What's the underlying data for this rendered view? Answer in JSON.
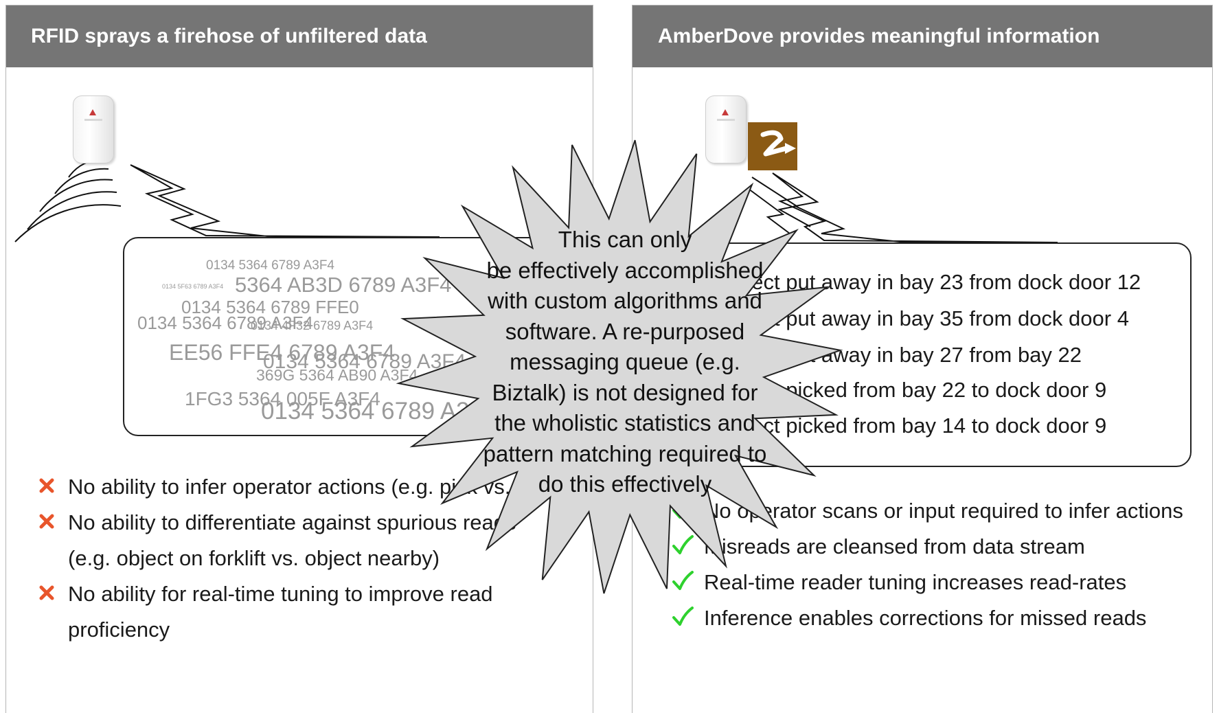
{
  "left_panel": {
    "title": "RFID sprays a firehose of unfiltered data",
    "noise_lines": [
      "0134 5364 6789 A3F4",
      "0134 5F63 6789 A3F4",
      "5364 AB3D 6789 A3F4",
      "0134 5364 6789 FFE0",
      "0134 5364 6789 A3F4",
      "0134 4F32 6789 A3F4",
      "EE56 FFE4 6789 A3F4",
      "0134 5364 6789 A3F4",
      "369G 5364 AB90 A3F4",
      "1FG3 5364 005F A3F4",
      "0134 5364 6789 A3F4"
    ],
    "bullets": [
      "No ability to infer operator actions (e.g. pick vs. put)",
      "No ability to differentiate against spurious reads (e.g. object on forklift vs. object nearby)",
      "No ability for real-time tuning to improve read proficiency"
    ],
    "bullet_icon": "x-mark-icon"
  },
  "right_panel": {
    "title": "AmberDove provides meaningful information",
    "info_lines": [
      "Object put away in bay 23 from dock door 12",
      "Object put away in bay 35 from dock door 4",
      "Object put away in bay 27 from bay 22",
      "Object picked from bay 22 to dock door 9",
      "Object picked from bay 14 to dock door 9"
    ],
    "bullets": [
      "No operator scans or input required to infer actions",
      "Misreads are cleansed from data stream",
      "Real-time reader tuning increases read-rates",
      "Inference enables corrections for missed reads"
    ],
    "bullet_icon": "check-mark-icon"
  },
  "starburst": {
    "lines": [
      "This can only",
      "be effectively accomplished",
      "with custom algorithms and",
      "software.  A re-purposed",
      "messaging queue (e.g.",
      "Biztalk) is not designed for",
      "the wholistic statistics and",
      "pattern matching required to",
      "do this effectively"
    ]
  },
  "colors": {
    "header_bg": "#757575",
    "x_mark": "#e8552b",
    "check_mark": "#2ed12e",
    "starburst_fill": "#d9d9d9",
    "logo_brown": "#8b5a14"
  }
}
